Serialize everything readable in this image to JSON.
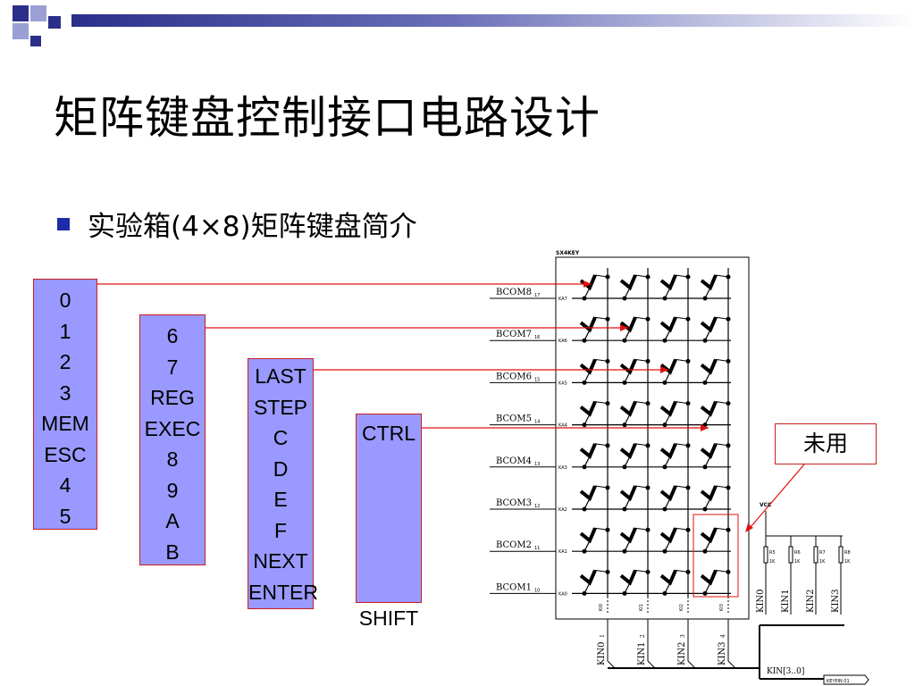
{
  "title": "矩阵键盘控制接口电路设计",
  "bullet": "实验箱(4×8)矩阵键盘简介",
  "colors": {
    "accent": "#2b2f8a",
    "key_fill": "#9999ff",
    "line_red": "#e01010",
    "bullet": "#1e2aa8"
  },
  "key_groups": [
    {
      "keys": [
        "0",
        "1",
        "2",
        "3",
        "MEM",
        "ESC",
        "4",
        "5"
      ]
    },
    {
      "keys": [
        "6",
        "7",
        "REG",
        "EXEC",
        "8",
        "9",
        "A",
        "B"
      ]
    },
    {
      "keys": [
        "LAST",
        "STEP",
        "C",
        "D",
        "E",
        "F",
        "NEXT",
        "ENTER"
      ]
    },
    {
      "keys": [
        "CTRL",
        "",
        "",
        "",
        "",
        "",
        "SHIFT"
      ]
    }
  ],
  "callout": "未用",
  "circuit": {
    "chip_label": "SX4KEY",
    "rows": [
      {
        "label": "BCOM8",
        "pin": "17",
        "net": "KA7"
      },
      {
        "label": "BCOM7",
        "pin": "16",
        "net": "KA6"
      },
      {
        "label": "BCOM6",
        "pin": "15",
        "net": "KA5"
      },
      {
        "label": "BCOM5",
        "pin": "14",
        "net": "KA4"
      },
      {
        "label": "BCOM4",
        "pin": "13",
        "net": "KA3"
      },
      {
        "label": "BCOM3",
        "pin": "12",
        "net": "KA2"
      },
      {
        "label": "BCOM2",
        "pin": "11",
        "net": "KA1"
      },
      {
        "label": "BCOM1",
        "pin": "10",
        "net": "KA0"
      }
    ],
    "col_nets": [
      "KI0",
      "KI1",
      "KI2",
      "KI3"
    ],
    "col_labels": [
      {
        "name": "KIN0",
        "sub": "1"
      },
      {
        "name": "KIN1",
        "sub": "2"
      },
      {
        "name": "KIN2",
        "sub": "3"
      },
      {
        "name": "KIN3",
        "sub": "4"
      }
    ],
    "vcc": "VCC",
    "resistors": [
      {
        "name": "R5",
        "val": "1K"
      },
      {
        "name": "R6",
        "val": "1K"
      },
      {
        "name": "R7",
        "val": "1K"
      },
      {
        "name": "R8",
        "val": "1K"
      }
    ],
    "kin_labels": [
      "KIN0",
      "KIN1",
      "KIN2",
      "KIN3"
    ],
    "bus_label": "KIN[3..0]",
    "port_label": "KEYPIN 01"
  }
}
